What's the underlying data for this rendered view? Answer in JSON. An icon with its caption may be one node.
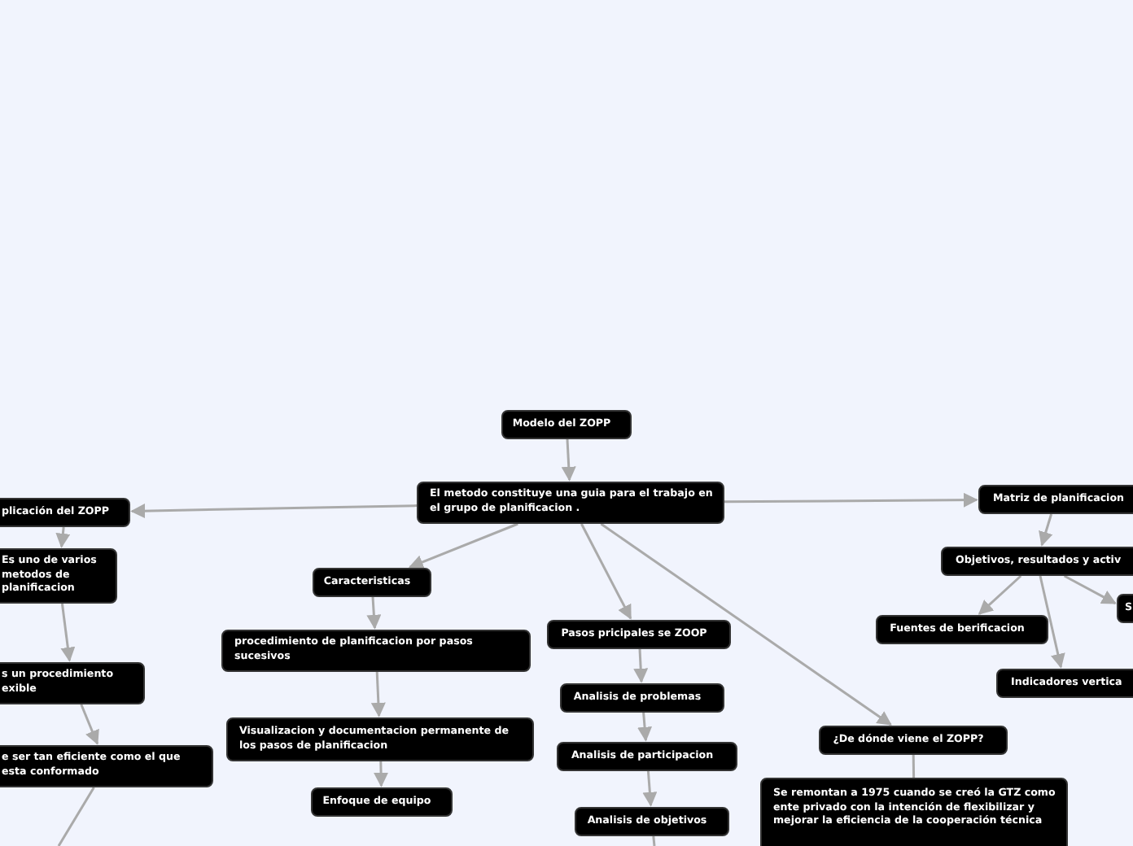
{
  "diagram": {
    "nodes": [
      {
        "text": [
          "Modelo del ZOPP"
        ]
      },
      {
        "text": [
          "El metodo constituye una guia para el trabajo en el grupo de planificacion ."
        ]
      },
      {
        "text": [
          "plicación del ZOPP"
        ]
      },
      {
        "text": [
          "Es uno de varios metodos de planificacion"
        ]
      },
      {
        "text": [
          "s un procedimiento exible"
        ]
      },
      {
        "text": [
          "e ser tan eficiente como el que esta conformado"
        ]
      },
      {
        "text": [
          "Caracteristicas"
        ]
      },
      {
        "text": [
          "procedimiento de planificacion por pasos sucesivos"
        ]
      },
      {
        "text": [
          "Visualizacion y documentacion permanente de los pasos de planificacion"
        ]
      },
      {
        "text": [
          "Enfoque de equipo"
        ]
      },
      {
        "text": [
          "Pasos pricipales se ZOOP"
        ]
      },
      {
        "text": [
          "Analisis de problemas"
        ]
      },
      {
        "text": [
          "Analisis de participacion"
        ]
      },
      {
        "text": [
          "Analisis de objetivos"
        ]
      },
      {
        "text": [
          "¿De dónde viene el ZOPP?"
        ]
      },
      {
        "text": [
          "Se remontan a 1975 cuando se creó la GTZ como ente privado con la intención de flexibilizar y mejorar la eficiencia de la cooperación técnica"
        ]
      },
      {
        "text": [
          "Matriz de planificacion"
        ]
      },
      {
        "text": [
          "Objetivos, resultados y activ"
        ]
      },
      {
        "text": [
          "Fuentes de berificacion"
        ]
      },
      {
        "text": [
          "Indicadores vertica"
        ]
      },
      {
        "text": [
          "S"
        ]
      }
    ],
    "edges": [
      {
        "from": 0,
        "to": 1,
        "arrow": "to"
      },
      {
        "from": 1,
        "to": 2,
        "arrow": "to"
      },
      {
        "from": 2,
        "to": 3,
        "arrow": "to"
      },
      {
        "from": 3,
        "to": 4,
        "arrow": "to"
      },
      {
        "from": 4,
        "to": 5,
        "arrow": "to"
      },
      {
        "from": 5,
        "to": null,
        "arrow": "none"
      },
      {
        "from": 1,
        "to": 6,
        "arrow": "to"
      },
      {
        "from": 6,
        "to": 7,
        "arrow": "to"
      },
      {
        "from": 7,
        "to": 8,
        "arrow": "to"
      },
      {
        "from": 8,
        "to": 9,
        "arrow": "to"
      },
      {
        "from": 1,
        "to": 10,
        "arrow": "to"
      },
      {
        "from": 10,
        "to": 11,
        "arrow": "to"
      },
      {
        "from": 11,
        "to": 12,
        "arrow": "to"
      },
      {
        "from": 12,
        "to": 13,
        "arrow": "to"
      },
      {
        "from": 13,
        "to": null,
        "arrow": "none"
      },
      {
        "from": 1,
        "to": 14,
        "arrow": "to"
      },
      {
        "from": 14,
        "to": 15,
        "arrow": "none"
      },
      {
        "from": 1,
        "to": 16,
        "arrow": "to"
      },
      {
        "from": 16,
        "to": 17,
        "arrow": "to"
      },
      {
        "from": 17,
        "to": 18,
        "arrow": "to"
      },
      {
        "from": 17,
        "to": 19,
        "arrow": "to"
      },
      {
        "from": 17,
        "to": 20,
        "arrow": "to"
      }
    ]
  }
}
